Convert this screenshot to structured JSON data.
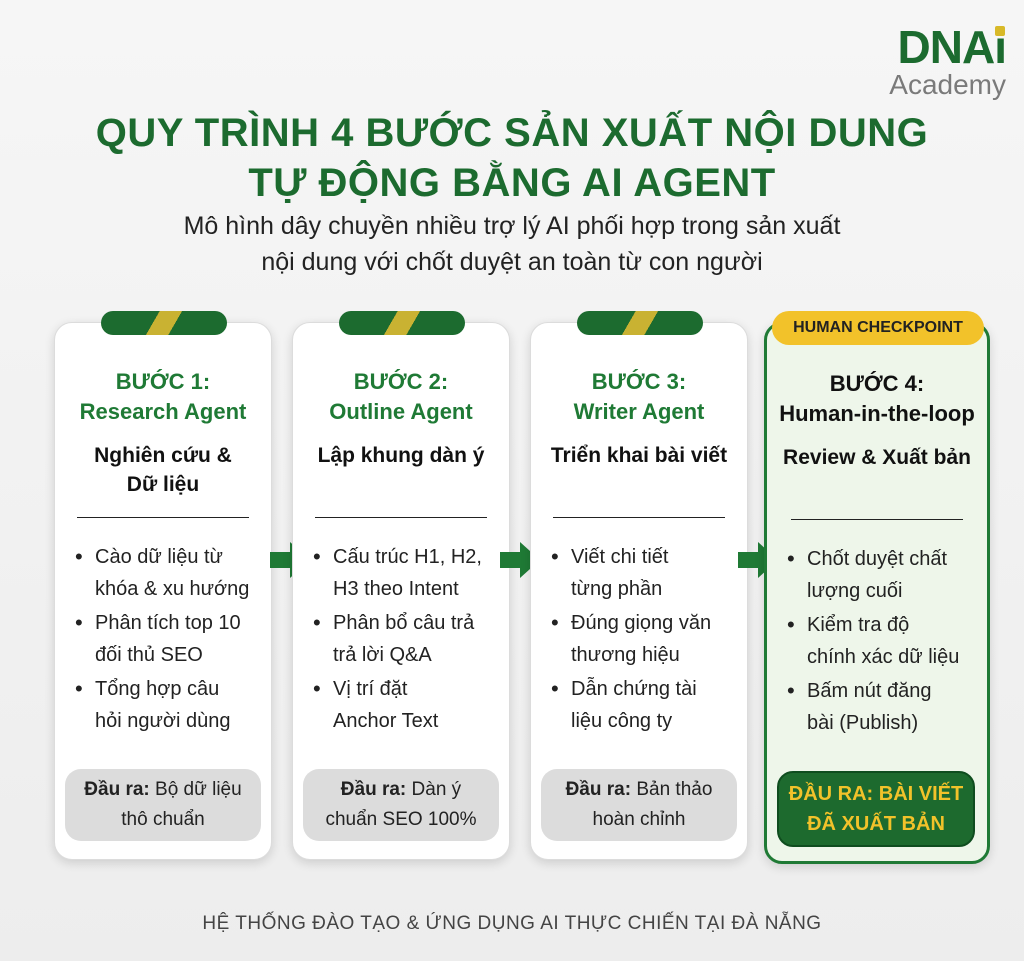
{
  "logo": {
    "brand_main": "DNA",
    "brand_i": "i",
    "sub": "Academy"
  },
  "title": {
    "line1": "QUY TRÌNH 4 BƯỚC SẢN XUẤT NỘI DUNG",
    "line2": "TỰ ĐỘNG BẰNG AI AGENT"
  },
  "subtitle": {
    "line1": "Mô hình dây chuyền nhiều trợ lý AI phối hợp trong sản xuất",
    "line2": "nội dung với chốt duyệt an toàn từ con người"
  },
  "steps": [
    {
      "step": "BƯỚC 1:",
      "agent": "Research Agent",
      "focus1": "Nghiên cứu &",
      "focus2": "Dữ liệu",
      "bullets": [
        [
          "Cào dữ liệu từ",
          "khóa & xu hướng"
        ],
        [
          "Phân tích top 10",
          "đối thủ SEO"
        ],
        [
          "Tổng hợp câu",
          "hỏi người dùng"
        ]
      ],
      "output_label": "Đầu ra:",
      "output_rest": "Bộ dữ liệu",
      "output_line2": "thô chuẩn"
    },
    {
      "step": "BƯỚC 2:",
      "agent": "Outline Agent",
      "focus1": "Lập khung dàn ý",
      "focus2": "",
      "bullets": [
        [
          "Cấu trúc H1, H2,",
          "H3 theo Intent"
        ],
        [
          "Phân bổ câu trả",
          "trả lời Q&A"
        ],
        [
          "Vị trí đặt",
          "Anchor Text"
        ]
      ],
      "output_label": "Đầu ra:",
      "output_rest": "Dàn ý",
      "output_line2": "chuẩn SEO 100%"
    },
    {
      "step": "BƯỚC 3:",
      "agent": "Writer Agent",
      "focus1": "Triển khai bài viết",
      "focus2": "",
      "bullets": [
        [
          "Viết chi tiết",
          "từng phần"
        ],
        [
          "Đúng giọng văn",
          "thương hiệu"
        ],
        [
          "Dẫn chứng tài",
          "liệu công ty"
        ]
      ],
      "output_label": "Đầu ra:",
      "output_rest": "Bản thảo",
      "output_line2": "hoàn chỉnh"
    },
    {
      "badge": "HUMAN CHECKPOINT",
      "step": "BƯỚC 4:",
      "agent": "Human-in-the-loop",
      "focus1": "Review & Xuất bản",
      "focus2": "",
      "bullets": [
        [
          "Chốt duyệt chất",
          "lượng cuối"
        ],
        [
          "Kiểm tra độ",
          "chính xác dữ liệu"
        ],
        [
          "Bấm nút đăng",
          "bài (Publish)"
        ]
      ],
      "output_label": "ĐẦU RA: BÀI VIẾT",
      "output_rest": "",
      "output_line2": "ĐÃ XUẤT BẢN"
    }
  ],
  "footer": "HỆ THỐNG ĐÀO TẠO & ỨNG DỤNG AI THỰC CHIẾN TẠI ĐÀ NẴNG",
  "colors": {
    "green": "#1c6b2f",
    "gold": "#f2c22a",
    "human_bg": "#eef6ea"
  }
}
